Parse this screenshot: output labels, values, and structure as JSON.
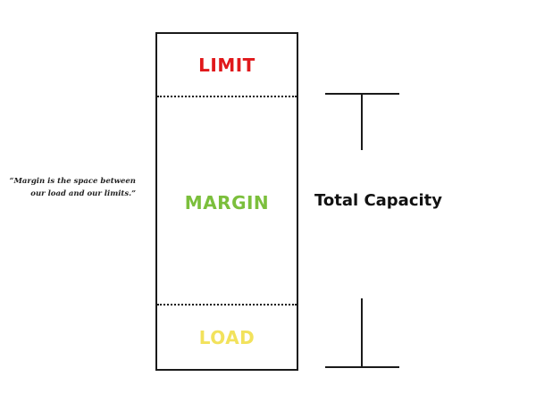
{
  "quote": {
    "text": "“Margin is the space between\nour load and our limits.”"
  },
  "diagram": {
    "limit_label": "LIMIT",
    "margin_label": "MARGIN",
    "load_label": "LOAD",
    "total_label": "Total Capacity"
  },
  "colors": {
    "limit": "#e0181b",
    "margin": "#7bbf3c",
    "load": "#f2e25c"
  }
}
